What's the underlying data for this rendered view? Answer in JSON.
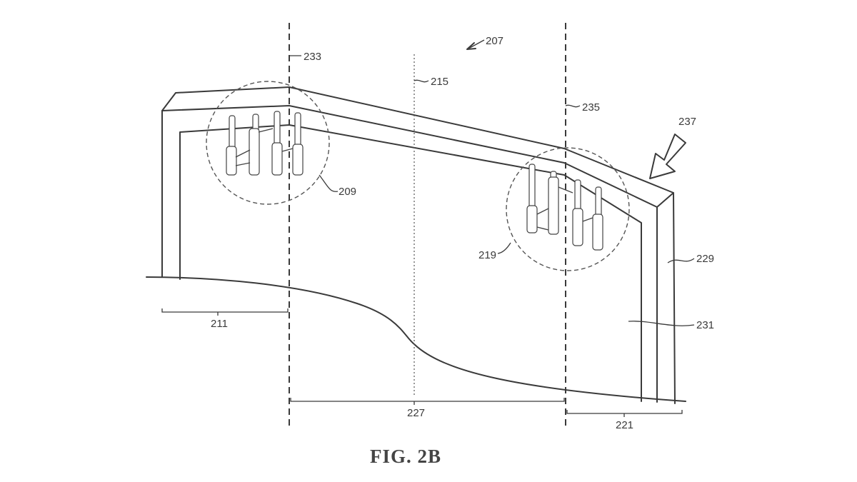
{
  "labels": {
    "r207": "207",
    "r233": "233",
    "r215": "215",
    "r235": "235",
    "r237": "237",
    "r209": "209",
    "r219": "219",
    "r229": "229",
    "r231": "231",
    "r211": "211",
    "r227": "227",
    "r221": "221"
  },
  "caption": "FIG. 2B"
}
